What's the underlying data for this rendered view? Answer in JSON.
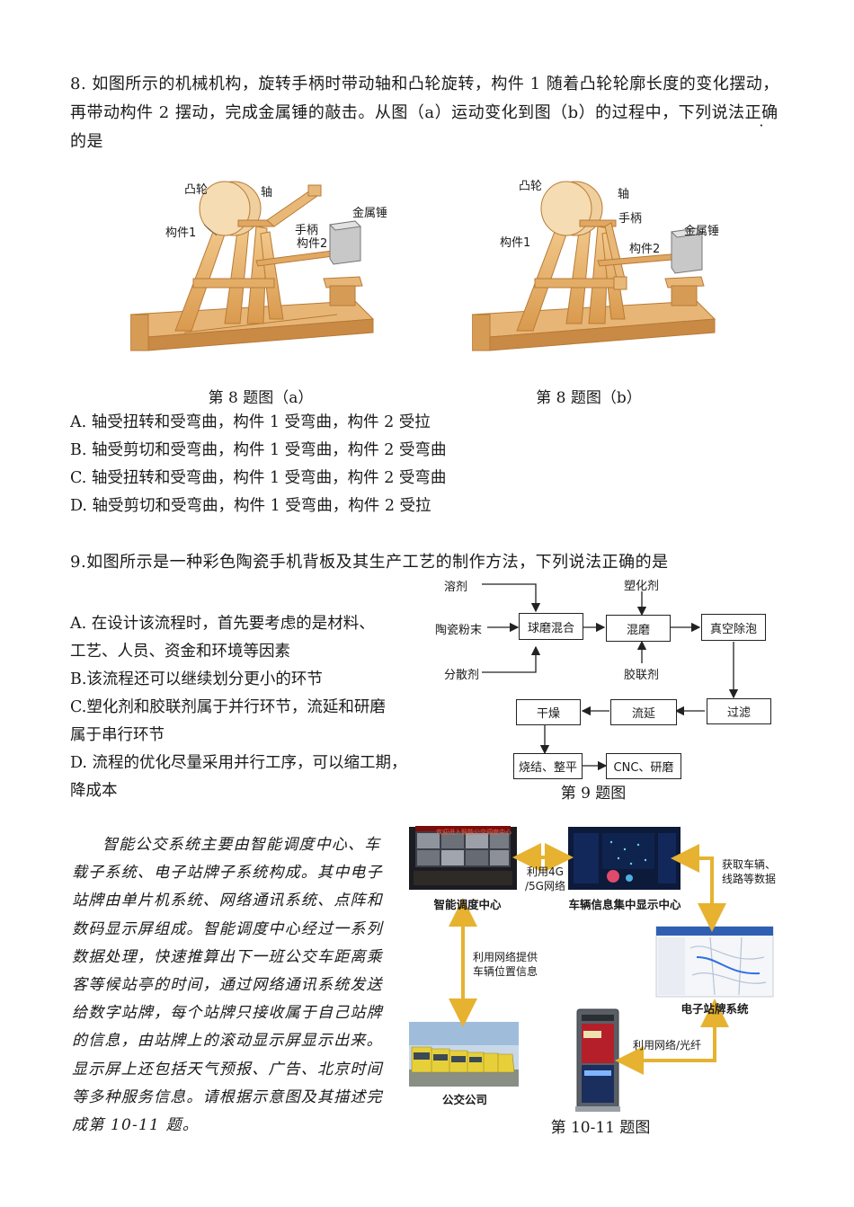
{
  "q8": {
    "line1": "8. 如图所示的机械机构，旋转手柄时带动轴和凸轮旋转，构件 1 随着凸轮轮廓长度的变化摆动，",
    "line2_pre": "再带动构件 2 摆动，完成金属锤的敲击。从图（a）运动变化到图（b）的过程中，下列说法",
    "line2_dot": "正确",
    "line3": "的是",
    "fig_a": {
      "cam": "凸轮",
      "axle": "轴",
      "handle": "手柄",
      "hammer": "金属锤",
      "part1": "构件1",
      "part2": "构件2",
      "caption": "第 8 题图（a）"
    },
    "fig_b": {
      "cam": "凸轮",
      "axle": "轴",
      "handle": "手柄",
      "hammer": "金属锤",
      "part1": "构件1",
      "part2": "构件2",
      "caption": "第 8 题图（b）"
    },
    "options": [
      "A. 轴受扭转和受弯曲，构件 1 受弯曲，构件 2 受拉",
      "B. 轴受剪切和受弯曲，构件 1 受弯曲，构件 2 受弯曲",
      "C. 轴受扭转和受弯曲，构件 1 受弯曲，构件 2 受弯曲",
      "D. 轴受剪切和受弯曲，构件 1 受弯曲，构件 2 受拉"
    ]
  },
  "q9": {
    "stem": "9.如图所示是一种彩色陶瓷手机背板及其生产工艺的制作方法，下列说法正确的是",
    "options": [
      "A. 在设计该流程时，首先要考虑的是材料、",
      "工艺、人员、资金和环境等因素",
      "B.该流程还可以继续划分更小的环节",
      "C.塑化剂和胶联剂属于并行环节，流延和研磨",
      "属于串行环节",
      "D. 流程的优化尽量采用并行工序，可以缩工期，",
      "降成本"
    ],
    "flow": {
      "solvent": "溶剂",
      "powder": "陶瓷粉末",
      "dispersant": "分散剂",
      "ballmill": "球磨混合",
      "plasticizer": "塑化剂",
      "mix": "混磨",
      "binder": "胶联剂",
      "vacuum": "真空除泡",
      "filter": "过滤",
      "casting": "流延",
      "dry": "干燥",
      "sinter": "烧结、整平",
      "cnc": "CNC、研磨"
    },
    "caption": "第 9 题图"
  },
  "q10": {
    "para": [
      "智能公交系统主要由智能调度中心、车",
      "载子系统、电子站牌子系统构成。其中电子",
      "站牌由单片机系统、网络通讯系统、点阵和",
      "数码显示屏组成。智能调度中心经过一系列",
      "数据处理，快速推算出下一班公交车距离乘",
      "客等候站亭的时间，通过网络通讯系统发送",
      "给数字站牌，每个站牌只接收属于自己站牌",
      "的信息，由站牌上的滚动显示屏显示出来。",
      "显示屏上还包括天气预报、广告、北京时间",
      "等多种服务信息。请根据示意图及其描述完",
      "成第 10-11 题。"
    ],
    "diagram": {
      "dispatch": "智能调度中心",
      "info_center": "车辆信息集中显示中心",
      "e_sign": "电子站牌系统",
      "bus_co": "公交公司",
      "link_4g": [
        "利用4G",
        "/5G网络"
      ],
      "link_get": [
        "获取车辆、",
        "线路等数据"
      ],
      "link_pos": [
        "利用网络提供",
        "车辆位置信息"
      ],
      "link_fiber": "利用网络/光纤",
      "screen_banner": "欢迎进入智能公交调度中心"
    },
    "caption": "第 10-11 题图"
  }
}
